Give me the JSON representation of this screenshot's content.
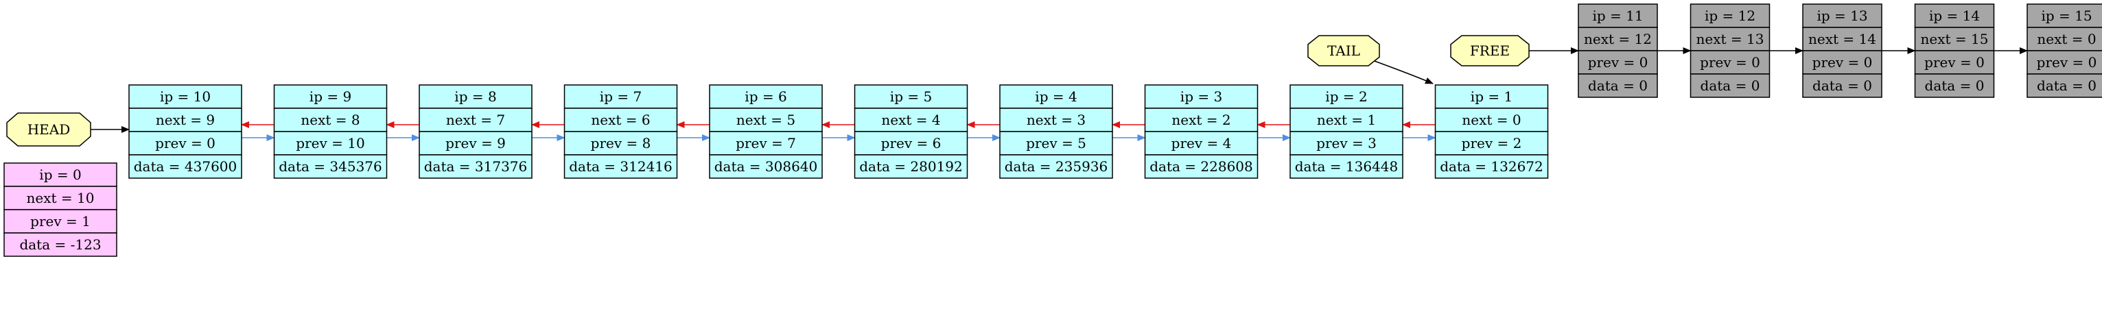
{
  "colors": {
    "list_fill": "#bfffff",
    "free_fill": "#a6a6a6",
    "zero_fill": "#ffc8ff",
    "label_fill": "#ffffbd",
    "next_arrow": "#4f8fe0",
    "prev_arrow": "#e01414",
    "free_arrow": "#000000"
  },
  "labels": {
    "head": "HEAD",
    "tail": "TAIL",
    "free": "FREE"
  },
  "zero_node": {
    "ip": "ip = 0",
    "next": "next = 10",
    "prev": "prev = 1",
    "data": "data = -123"
  },
  "list_nodes": [
    {
      "ip": "ip = 10",
      "next": "next = 9",
      "prev": "prev = 0",
      "data": "data = 437600"
    },
    {
      "ip": "ip = 9",
      "next": "next = 8",
      "prev": "prev = 10",
      "data": "data = 345376"
    },
    {
      "ip": "ip = 8",
      "next": "next = 7",
      "prev": "prev = 9",
      "data": "data = 317376"
    },
    {
      "ip": "ip = 7",
      "next": "next = 6",
      "prev": "prev = 8",
      "data": "data = 312416"
    },
    {
      "ip": "ip = 6",
      "next": "next = 5",
      "prev": "prev = 7",
      "data": "data = 308640"
    },
    {
      "ip": "ip = 5",
      "next": "next = 4",
      "prev": "prev = 6",
      "data": "data = 280192"
    },
    {
      "ip": "ip = 4",
      "next": "next = 3",
      "prev": "prev = 5",
      "data": "data = 235936"
    },
    {
      "ip": "ip = 3",
      "next": "next = 2",
      "prev": "prev = 4",
      "data": "data = 228608"
    },
    {
      "ip": "ip = 2",
      "next": "next = 1",
      "prev": "prev = 3",
      "data": "data = 136448"
    },
    {
      "ip": "ip = 1",
      "next": "next = 0",
      "prev": "prev = 2",
      "data": "data = 132672"
    }
  ],
  "free_nodes": [
    {
      "ip": "ip = 11",
      "next": "next = 12",
      "prev": "prev = 0",
      "data": "data = 0"
    },
    {
      "ip": "ip = 12",
      "next": "next = 13",
      "prev": "prev = 0",
      "data": "data = 0"
    },
    {
      "ip": "ip = 13",
      "next": "next = 14",
      "prev": "prev = 0",
      "data": "data = 0"
    },
    {
      "ip": "ip = 14",
      "next": "next = 15",
      "prev": "prev = 0",
      "data": "data = 0"
    },
    {
      "ip": "ip = 15",
      "next": "next = 0",
      "prev": "prev = 0",
      "data": "data = 0"
    }
  ]
}
